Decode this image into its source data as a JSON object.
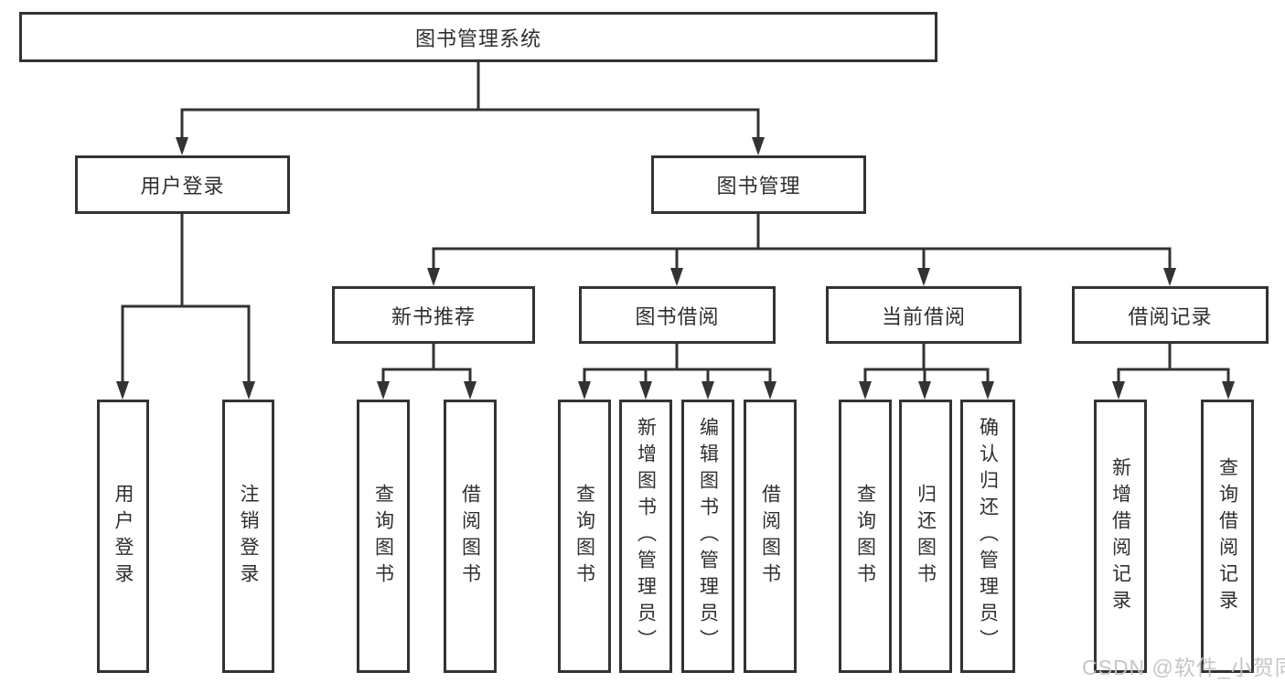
{
  "diagram": {
    "root": {
      "label": "图书管理系统"
    },
    "level1": [
      {
        "label": "用户登录"
      },
      {
        "label": "图书管理"
      }
    ],
    "level2": [
      {
        "label": "新书推荐"
      },
      {
        "label": "图书借阅"
      },
      {
        "label": "当前借阅"
      },
      {
        "label": "借阅记录"
      }
    ],
    "leaves": [
      {
        "parent": "用户登录",
        "label": "用户登录"
      },
      {
        "parent": "用户登录",
        "label": "注销登录"
      },
      {
        "parent": "新书推荐",
        "label": "查询图书"
      },
      {
        "parent": "新书推荐",
        "label": "借阅图书"
      },
      {
        "parent": "图书借阅",
        "label": "查询图书"
      },
      {
        "parent": "图书借阅",
        "label": "新增图书（管理员）"
      },
      {
        "parent": "图书借阅",
        "label": "编辑图书（管理员）"
      },
      {
        "parent": "图书借阅",
        "label": "借阅图书"
      },
      {
        "parent": "当前借阅",
        "label": "查询图书"
      },
      {
        "parent": "当前借阅",
        "label": "归还图书"
      },
      {
        "parent": "当前借阅",
        "label": "确认归还（管理员）"
      },
      {
        "parent": "借阅记录",
        "label": "新增借阅记录"
      },
      {
        "parent": "借阅记录",
        "label": "查询借阅记录"
      }
    ]
  },
  "watermark": {
    "text": "CSDN @软件_小贺同学"
  },
  "colors": {
    "line": "#333333",
    "background": "#ffffff",
    "watermark": "#c3c3c3"
  }
}
